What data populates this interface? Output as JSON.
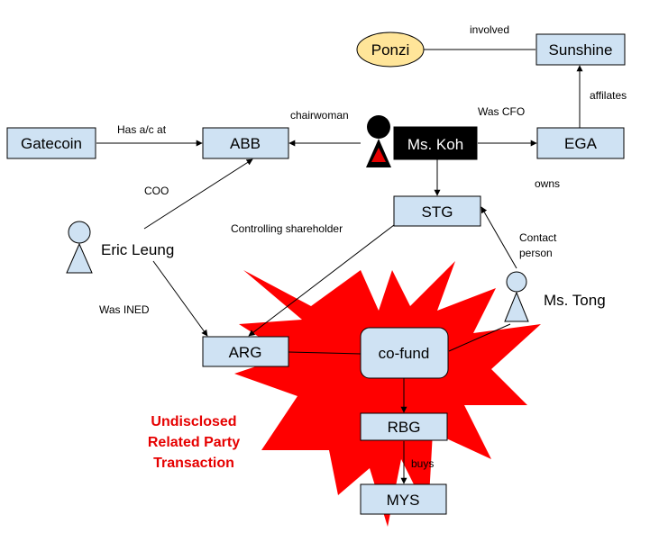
{
  "colors": {
    "box_fill": "#cfe2f3",
    "box_stroke": "#000000",
    "ellipse_fill": "#ffe599",
    "black_box": "#000000",
    "starburst": "#ff0000",
    "highlight_text": "#e60000",
    "person_black": "#000000",
    "person_light": "#cfe2f3"
  },
  "nodes": {
    "ponzi": "Ponzi",
    "sunshine": "Sunshine",
    "gatecoin": "Gatecoin",
    "abb": "ABB",
    "ms_koh": "Ms. Koh",
    "ega": "EGA",
    "stg": "STG",
    "eric_leung": "Eric Leung",
    "ms_tong": "Ms. Tong",
    "arg": "ARG",
    "co_fund": "co-fund",
    "rbg": "RBG",
    "mys": "MYS"
  },
  "edges": {
    "involved": "involved",
    "affiliates": "affilates",
    "has_account": "Has a/c at",
    "chairwoman": "chairwoman",
    "was_cfo": "Was CFO",
    "owns": "owns",
    "coo": "COO",
    "controlling_shareholder": "Controlling shareholder",
    "contact_person_1": "Contact",
    "contact_person_2": "person",
    "was_ined": "Was INED",
    "buys": "buys"
  },
  "highlight": {
    "line1": "Undisclosed",
    "line2": "Related Party",
    "line3": "Transaction"
  },
  "icons": {
    "person": "person-icon",
    "arrowhead": "arrowhead-icon"
  }
}
